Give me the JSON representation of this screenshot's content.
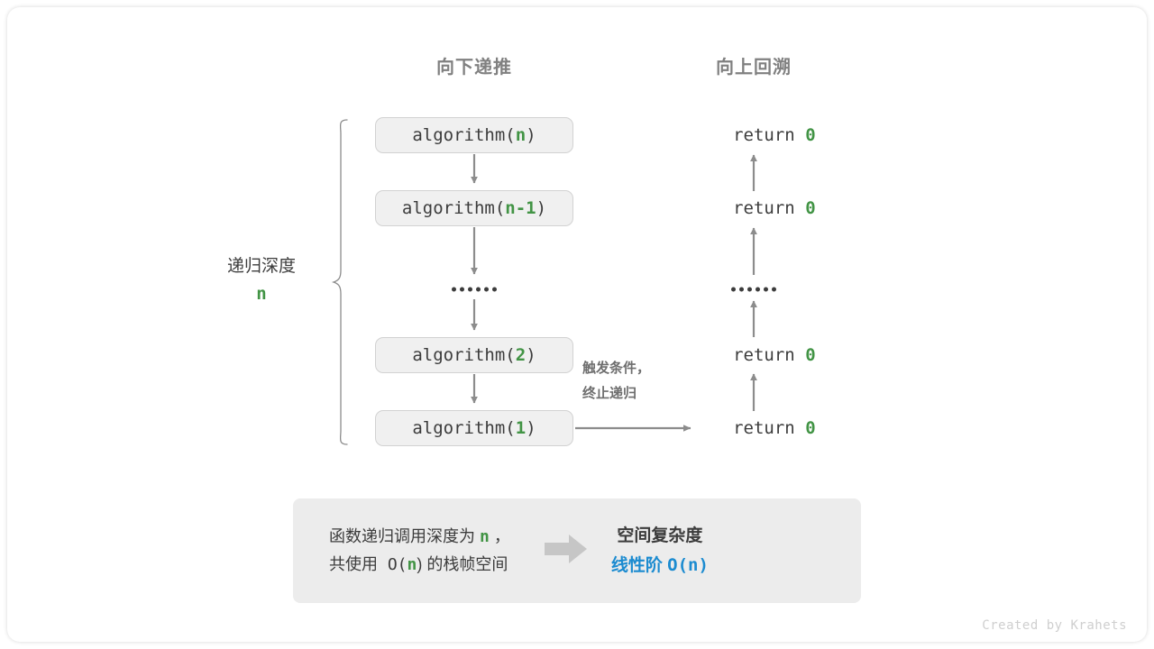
{
  "headers": {
    "down": "向下递推",
    "up": "向上回溯"
  },
  "depth_bracket": {
    "label": "递归深度",
    "value": "n"
  },
  "call_stack": [
    {
      "prefix": "algorithm(",
      "param": "n",
      "suffix": ")"
    },
    {
      "prefix": "algorithm(",
      "param": "n-1",
      "suffix": ")"
    },
    {
      "prefix": "algorithm(",
      "param": "2",
      "suffix": ")"
    },
    {
      "prefix": "algorithm(",
      "param": "1",
      "suffix": ")"
    }
  ],
  "returns": [
    {
      "text": "return ",
      "value": "0"
    },
    {
      "text": "return ",
      "value": "0"
    },
    {
      "text": "return ",
      "value": "0"
    },
    {
      "text": "return ",
      "value": "0"
    }
  ],
  "ellipsis": "••••••",
  "trigger_note": {
    "line1": "触发条件，",
    "line2": "终止递归"
  },
  "summary": {
    "left_line1_a": "函数递归调用深度为 ",
    "left_line1_param": "n",
    "left_line1_b": " ，",
    "left_line2_a": "共使用 O(",
    "left_line2_param": "n",
    "left_line2_b": ") 的栈帧空间",
    "arrow_icon": "right-block-arrow",
    "right_title": "空间复杂度",
    "right_value_label": "线性阶 ",
    "right_value_expr": "O(n)"
  },
  "credit": "Created by Krahets",
  "colors": {
    "green": "#429445",
    "blue": "#1b8bd0",
    "gray_text": "#3c3c3c",
    "header_gray": "#808080",
    "box_fill": "#f0f0f0",
    "box_border": "#d2d2d2",
    "panel_fill": "#ececec",
    "arrow": "#8c8c8c",
    "credit_gray": "#cfcfcf"
  }
}
